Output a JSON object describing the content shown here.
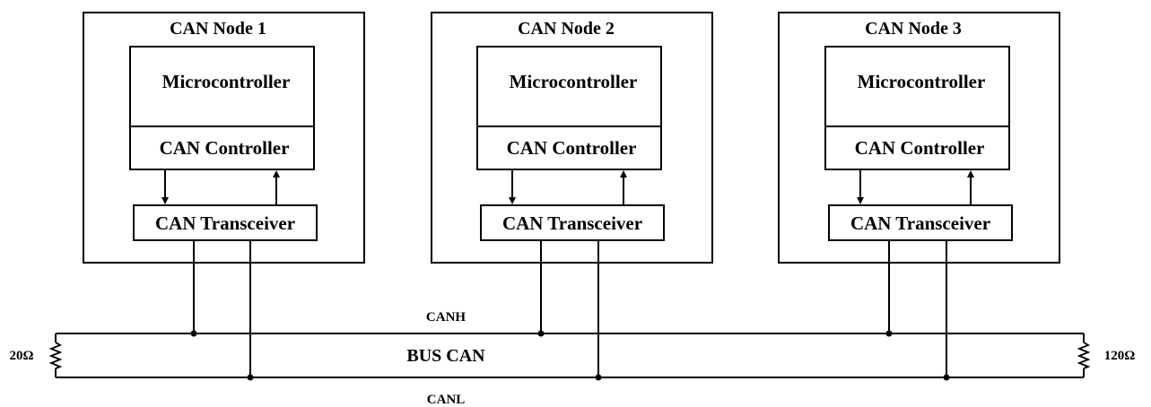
{
  "diagram": {
    "nodes": [
      {
        "title": "CAN Node 1",
        "microcontroller": "Microcontroller",
        "controller": "CAN Controller",
        "transceiver": "CAN Transceiver"
      },
      {
        "title": "CAN Node 2",
        "microcontroller": "Microcontroller",
        "controller": "CAN Controller",
        "transceiver": "CAN Transceiver"
      },
      {
        "title": "CAN Node 3",
        "microcontroller": "Microcontroller",
        "controller": "CAN Controller",
        "transceiver": "CAN Transceiver"
      }
    ],
    "bus": {
      "label": "BUS CAN",
      "high_line": "CANH",
      "low_line": "CANL"
    },
    "terminators": {
      "left": "20Ω",
      "right": "120Ω"
    }
  }
}
